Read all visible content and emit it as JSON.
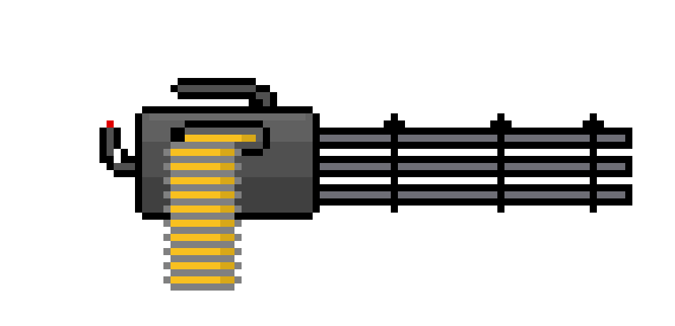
{
  "sprite": {
    "subject": "minigun",
    "style": "pixel-art",
    "palette": {
      "outline": "#000000",
      "body_light": "#606060",
      "body_mid": "#505050",
      "body_dark": "#404040",
      "barrel": "#6e6e76",
      "ammo_gold": "#f8c020",
      "ammo_gold_shade": "#d8a818",
      "ammo_link": "#808080",
      "indicator": "#e00000",
      "background": "#ffffff"
    },
    "barrel_count": 3,
    "barrel_clamp_count": 3,
    "ammo_round_count": 11
  }
}
